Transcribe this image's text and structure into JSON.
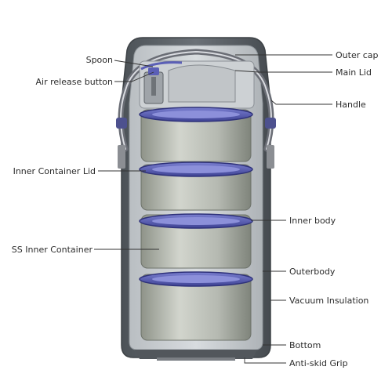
{
  "diagram": {
    "labels_left": [
      {
        "id": "spoon",
        "text": "Spoon"
      },
      {
        "id": "air-release-button",
        "text": "Air release button"
      },
      {
        "id": "inner-container-lid",
        "text": "Inner Container Lid"
      },
      {
        "id": "ss-inner-container",
        "text": "SS Inner Container"
      }
    ],
    "labels_right": [
      {
        "id": "outer-cap",
        "text": "Outer cap"
      },
      {
        "id": "main-lid",
        "text": "Main Lid"
      },
      {
        "id": "handle",
        "text": "Handle"
      },
      {
        "id": "inner-body",
        "text": "Inner body"
      },
      {
        "id": "outerbody",
        "text": "Outerbody"
      },
      {
        "id": "vacuum-insulation",
        "text": "Vacuum Insulation"
      },
      {
        "id": "bottom",
        "text": "Bottom"
      },
      {
        "id": "anti-skid-grip",
        "text": "Anti-skid Grip"
      }
    ],
    "colors": {
      "outer_shell": "#5d6369",
      "inner_shell": "#c9ced1",
      "lid_accent": "#5b5fb6",
      "steel": "#b8bcb5",
      "leader": "#333333"
    }
  }
}
